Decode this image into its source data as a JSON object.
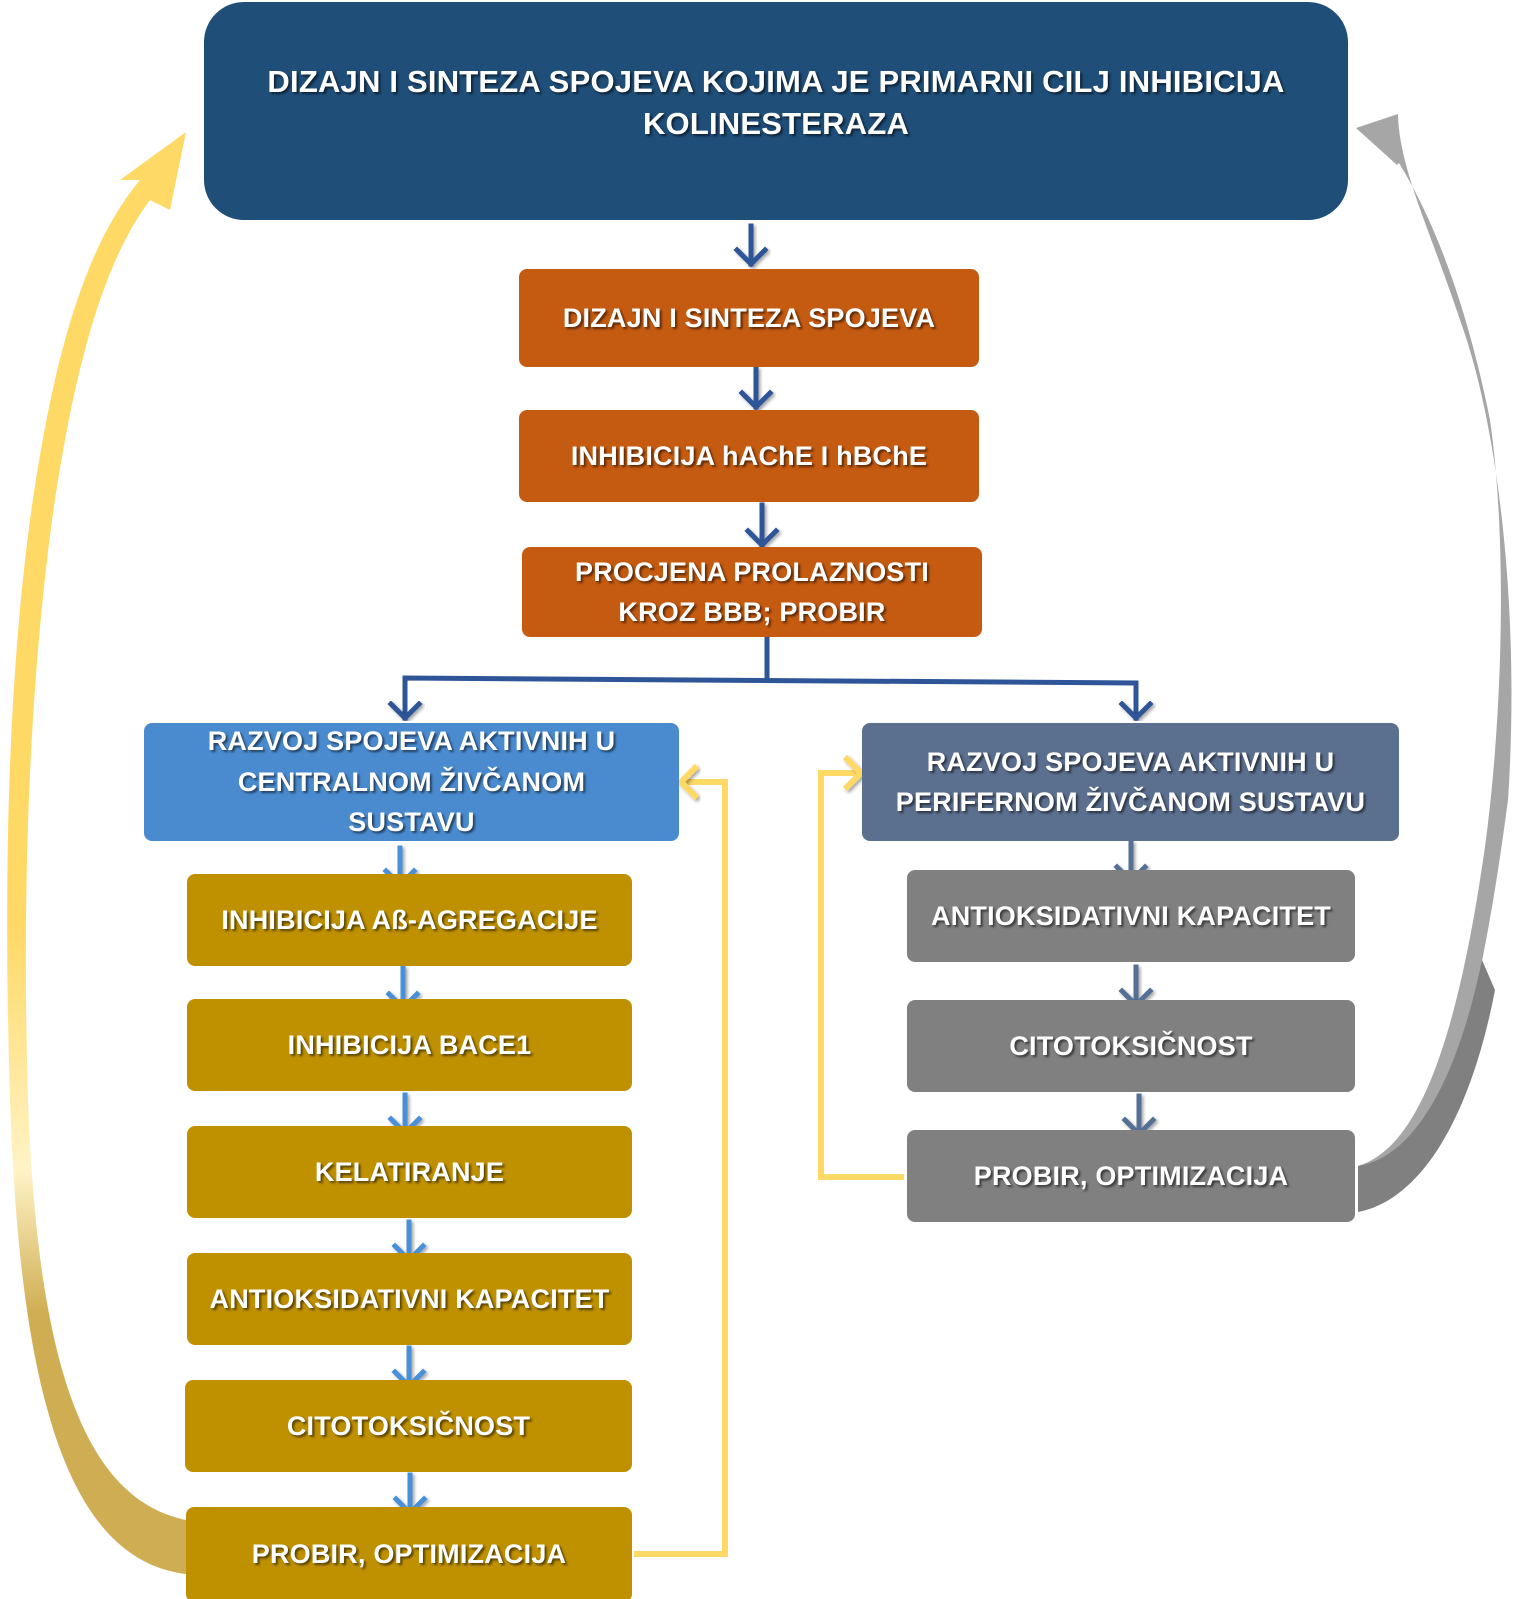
{
  "diagram": {
    "title": "Flowchart: design and synthesis of cholinesterase inhibitors",
    "colors": {
      "top": "#1f4e79",
      "orange": "#c55a11",
      "cns": "#4a8bd0",
      "pns": "#5b6f8f",
      "gold": "#bf9000",
      "gray": "#808080",
      "arrow_dark": "#2e5597",
      "arrow_light": "#4a90d9",
      "arrow_slate": "#576f95",
      "loop_yellow": "#ffd966",
      "loop_gold": "#cfad52",
      "loop_gray": "#a6a6a6"
    },
    "top_box": {
      "label": "DIZAJN I SINTEZA SPOJEVA KOJIMA JE PRIMARNI CILJ  INHIBICIJA\nKOLINESTERAZA"
    },
    "main_steps": [
      {
        "label": "DIZAJN I SINTEZA SPOJEVA"
      },
      {
        "label": "INHIBICIJA hAChE I hBChE"
      },
      {
        "label": "PROCJENA PROLAZNOSTI\nKROZ BBB; PROBIR"
      }
    ],
    "cns_branch": {
      "header": "RAZVOJ SPOJEVA AKTIVNIH U\nCENTRALNOM ŽIVČANOM\nSUSTAVU",
      "steps": [
        {
          "label": "INHIBICIJA Aß-AGREGACIJE"
        },
        {
          "label": "INHIBICIJA BACE1"
        },
        {
          "label": "KELATIRANJE"
        },
        {
          "label": "ANTIOKSIDATIVNI KAPACITET"
        },
        {
          "label": "CITOTOKSIČNOST"
        },
        {
          "label": "PROBIR, OPTIMIZACIJA"
        }
      ]
    },
    "pns_branch": {
      "header": "RAZVOJ SPOJEVA AKTIVNIH U\nPERIFERNOM ŽIVČANOM SUSTAVU",
      "steps": [
        {
          "label": "ANTIOKSIDATIVNI KAPACITET"
        },
        {
          "label": "CITOTOKSIČNOST"
        },
        {
          "label": "PROBIR, OPTIMIZACIJA"
        }
      ]
    }
  }
}
